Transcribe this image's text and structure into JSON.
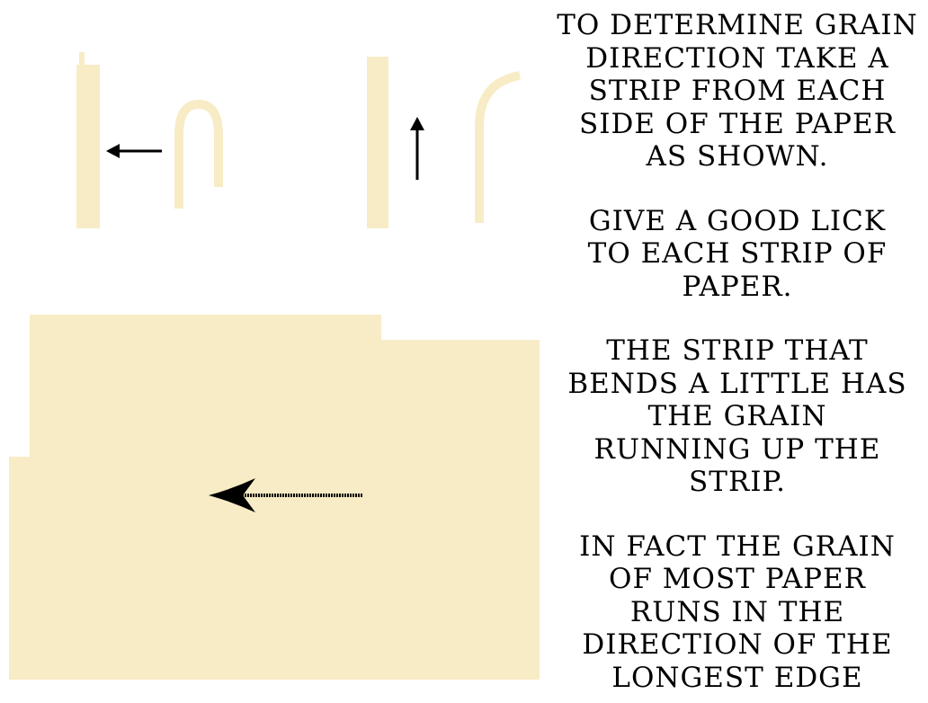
{
  "colors": {
    "paper": "#f8ecc6",
    "ink": "#000000",
    "background": "#ffffff"
  },
  "instructions": {
    "paragraph_1": "TO DETERMINE GRAIN\nDIRECTION TAKE A\nSTRIP FROM EACH\nSIDE OF THE PAPER\nAS SHOWN.",
    "paragraph_2": "GIVE A GOOD LICK\nTO EACH STRIP OF\nPAPER.",
    "paragraph_3": "THE STRIP THAT\nBENDS A LITTLE HAS\nTHE GRAIN\nRUNNING UP THE\nSTRIP.",
    "paragraph_4": "IN FACT THE GRAIN\nOF MOST PAPER\nRUNS IN THE\nDIRECTION OF THE\nLONGEST EDGE"
  },
  "figures": {
    "left_strip": {
      "arrow_direction": "left",
      "bend": "strong-arch"
    },
    "right_strip": {
      "arrow_direction": "up",
      "bend": "slight-curve"
    },
    "sheet": {
      "arrow_direction": "left"
    }
  }
}
